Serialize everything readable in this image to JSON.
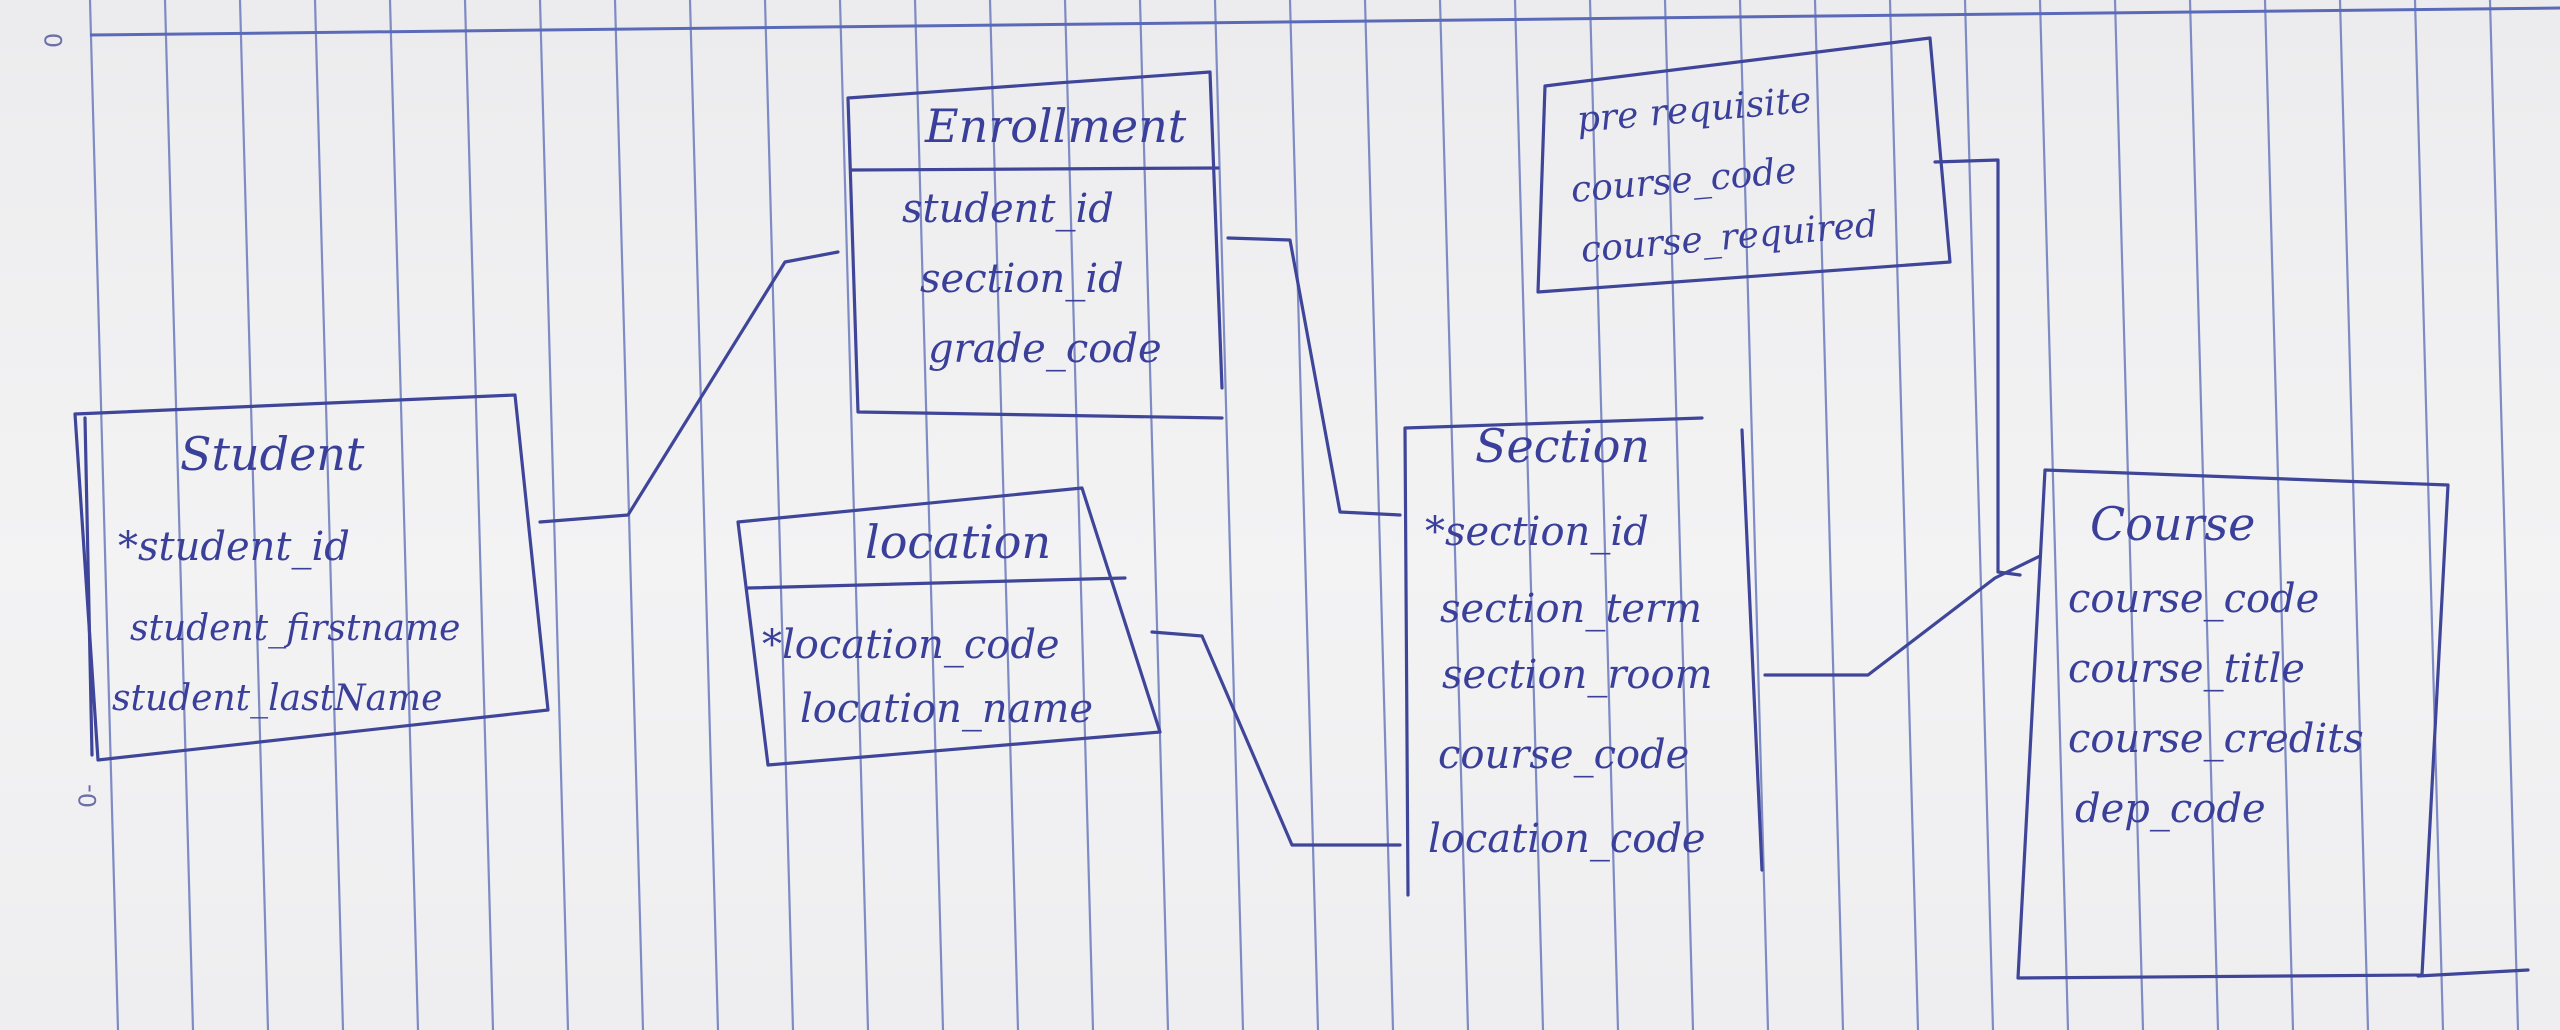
{
  "page_marks": {
    "top_mark": "0",
    "mid_mark": "0-"
  },
  "entities": {
    "student": {
      "title": "Student",
      "attributes": [
        "*student_id",
        "student_firstname",
        "student_lastName"
      ]
    },
    "enrollment": {
      "title": "Enrollment",
      "attributes": [
        "student_id",
        "section_id",
        "grade_code"
      ]
    },
    "location": {
      "title": "location",
      "attributes": [
        "*location_code",
        "location_name"
      ]
    },
    "section": {
      "title": "Section",
      "attributes": [
        "*section_id",
        "section_term",
        "section_room",
        "course_code",
        "location_code"
      ]
    },
    "prerequisite": {
      "title": "pre requisite",
      "attributes": [
        "course_code",
        "course_required"
      ]
    },
    "course": {
      "title": "Course",
      "attributes": [
        "course_code",
        "course_title",
        "course_credits",
        "dep_code"
      ]
    }
  },
  "colors": {
    "ink": "#3f4699",
    "paper": "#ececee",
    "rule_lines": "#7f8bc4"
  }
}
